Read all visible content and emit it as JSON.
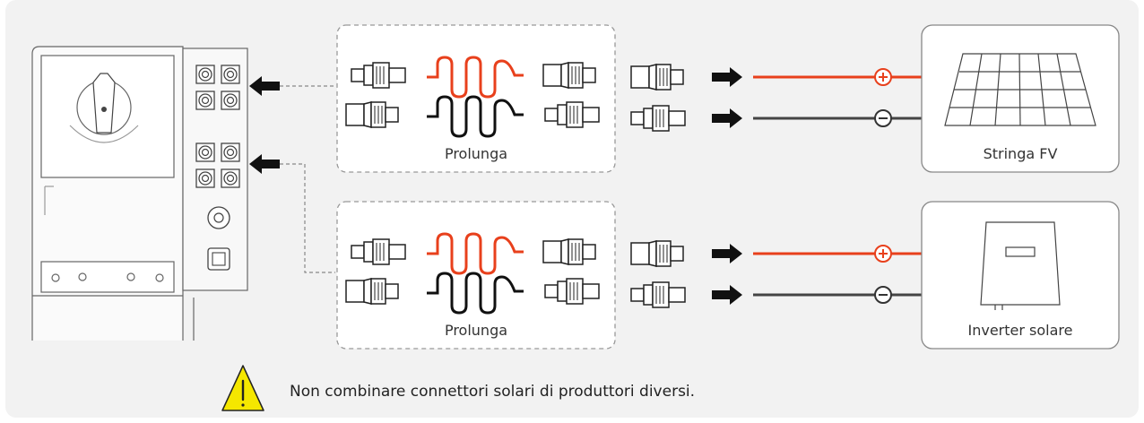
{
  "extensions": [
    {
      "label": "Prolunga"
    },
    {
      "label": "Prolunga"
    }
  ],
  "devices": {
    "pv_string": {
      "label": "Stringa FV"
    },
    "inverter": {
      "label": "Inverter solare"
    }
  },
  "polarity": {
    "positive": "+",
    "negative": "−"
  },
  "warning": {
    "text": "Non combinare connettori solari di produttori diversi."
  },
  "colors": {
    "positive_wire": "#e8401c",
    "negative_wire": "#1a1a1a",
    "warning": "#f5e700"
  }
}
